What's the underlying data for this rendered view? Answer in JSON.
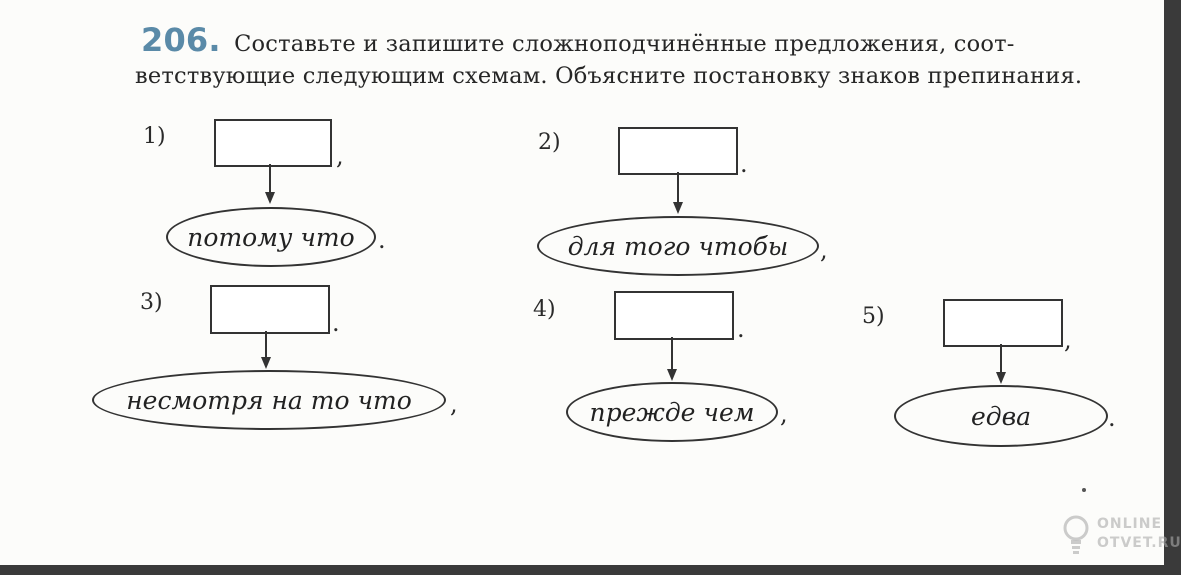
{
  "exercise": {
    "number": "206.",
    "line1": "Составьте и запишите сложноподчинённые предложения, соот-",
    "line2": "ветствующие следующим схемам. Объясните постановку знаков препинания."
  },
  "schemes": [
    {
      "label": "1)",
      "conjunction": "потому что",
      "box_punct": ",",
      "oval_punct": "."
    },
    {
      "label": "2)",
      "conjunction": "для того чтобы",
      "box_punct": ".",
      "oval_punct": ","
    },
    {
      "label": "3)",
      "conjunction": "несмотря на то что",
      "box_punct": ".",
      "oval_punct": ","
    },
    {
      "label": "4)",
      "conjunction": "прежде чем",
      "box_punct": ".",
      "oval_punct": ","
    },
    {
      "label": "5)",
      "conjunction": "едва",
      "box_punct": ",",
      "oval_punct": "."
    }
  ],
  "watermark": {
    "line1": "ONLINE",
    "line2": "OTVET.RU",
    "icon": "lightbulb-icon"
  },
  "colors": {
    "number_accent": "#5a8aa8",
    "ink": "#262626"
  }
}
